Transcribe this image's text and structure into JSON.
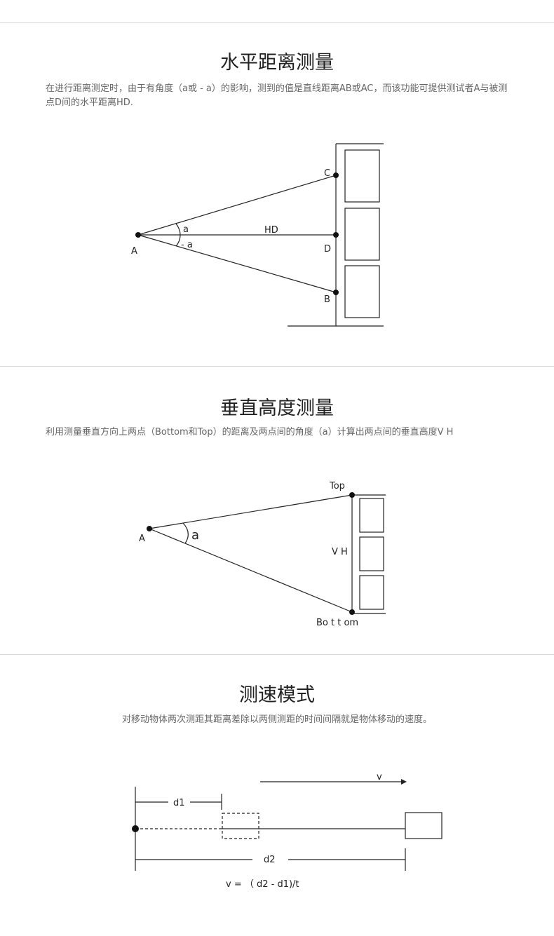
{
  "sections": [
    {
      "title": "水平距离测量",
      "description": "在进行距离测定时，由于有角度（a或 - a）的影响，测到的值是直线距离AB或AC，而该功能可提供测试者A与被测点D间的水平距离HD.",
      "diagram": {
        "label_a": "A",
        "label_b": "B",
        "label_c": "C",
        "label_d": "D",
        "label_hd": "HD",
        "angle_pos": "a",
        "angle_neg": "- a"
      }
    },
    {
      "title": "垂直高度测量",
      "description": "利用测量垂直方向上两点（Bottom和Top）的距离及两点间的角度（a）计算出两点间的垂直高度V H",
      "diagram": {
        "label_a": "A",
        "label_top": "Top",
        "label_bottom": "Bo t t om",
        "label_vh": "V H",
        "angle": "a"
      }
    },
    {
      "title": "测速模式",
      "description": "对移动物体两次测距其距离差除以两侧测距的时间间隔就是物体移动的速度。",
      "diagram": {
        "label_v": "v",
        "label_d1": "d1",
        "label_d2": "d2",
        "formula": "v = （ d2 - d1)/t"
      }
    }
  ]
}
